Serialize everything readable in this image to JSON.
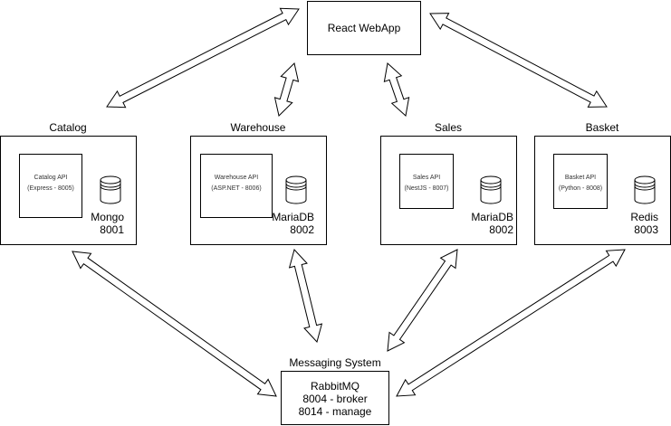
{
  "webapp": {
    "label": "React WebApp"
  },
  "services": [
    {
      "title": "Catalog",
      "api": [
        "Catalog API",
        "(Express - 8005)"
      ],
      "db": "Mongo",
      "port": "8001"
    },
    {
      "title": "Warehouse",
      "api": [
        "Warehouse API",
        "(ASP.NET - 8006)"
      ],
      "db": "MariaDB",
      "port": "8002"
    },
    {
      "title": "Sales",
      "api": [
        "Sales API",
        "(NestJS - 8007)"
      ],
      "db": "MariaDB",
      "port": "8002"
    },
    {
      "title": "Basket",
      "api": [
        "Basket API",
        "(Python - 8008)"
      ],
      "db": "Redis",
      "port": "8003"
    }
  ],
  "messaging": {
    "title": "Messaging System",
    "lines": [
      "RabbitMQ",
      "8004 - broker",
      "8014 - manage"
    ]
  },
  "icons": {
    "database": "database-icon",
    "arrow": "double-arrow-icon"
  }
}
